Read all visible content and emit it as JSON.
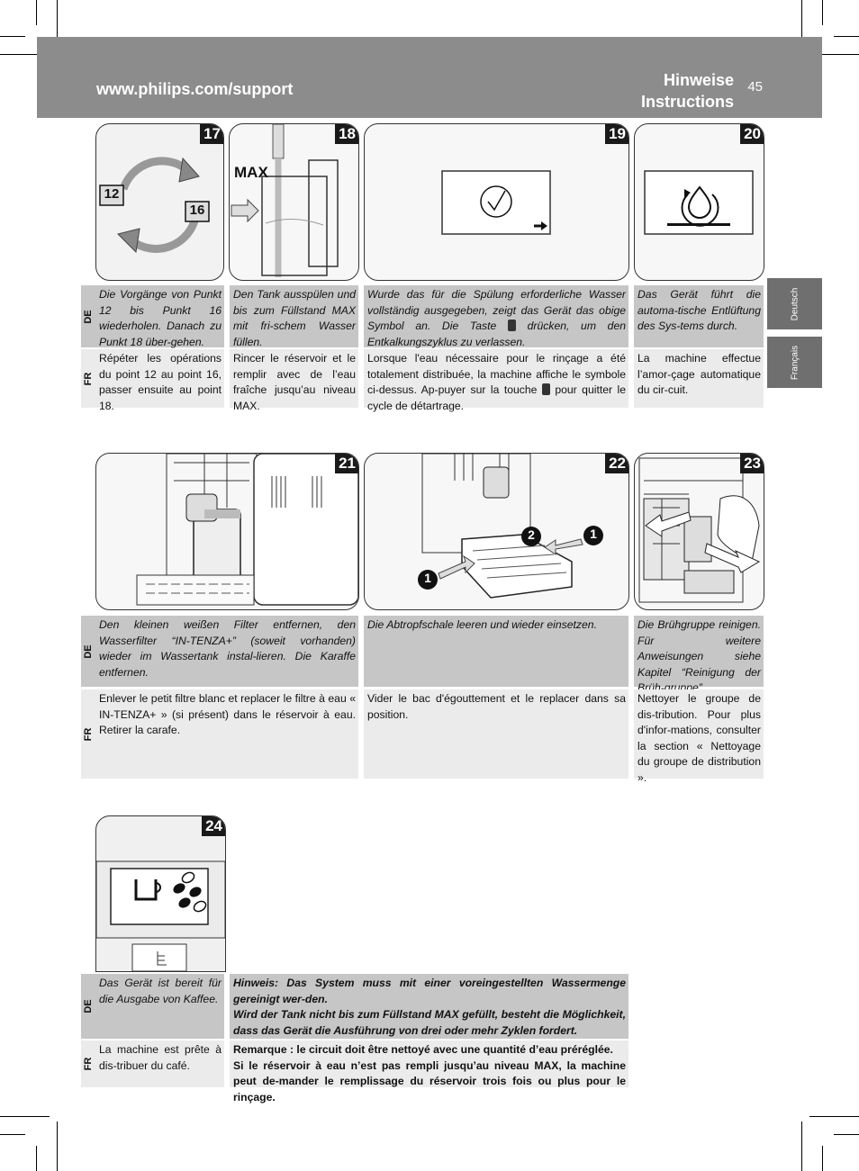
{
  "header": {
    "url": "www.philips.com/support",
    "title_de": "Hinweise",
    "title_en": "Instructions",
    "page_number": "45"
  },
  "side_tabs": [
    "Deutsch",
    "Français"
  ],
  "lang_codes": {
    "de": "DE",
    "fr": "FR"
  },
  "figures": {
    "f17": {
      "number": "17",
      "label_a": "12",
      "label_b": "16"
    },
    "f18": {
      "number": "18",
      "max_label": "MAX"
    },
    "f19": {
      "number": "19"
    },
    "f20": {
      "number": "20"
    },
    "f21": {
      "number": "21"
    },
    "f22": {
      "number": "22",
      "callout_1": "1",
      "callout_2": "2"
    },
    "f23": {
      "number": "23"
    },
    "f24": {
      "number": "24"
    }
  },
  "captions": {
    "c17": {
      "de": "Die Vorgänge von Punkt 12 bis Punkt 16 wiederholen. Danach zu Punkt 18 über-gehen.",
      "fr": "Répéter les opérations du point 12 au point 16, passer ensuite au point 18."
    },
    "c18": {
      "de": "Den Tank ausspülen und bis zum Füllstand MAX mit fri-schem Wasser füllen.",
      "fr": "Rincer le réservoir et le remplir avec de l’eau fraîche jusqu’au niveau MAX."
    },
    "c19": {
      "de_1": "Wurde das für die Spülung erforderliche Wasser vollständig ausgegeben, zeigt das Gerät das obige Symbol an. Die Taste",
      "de_2": "drücken, um den Entkalkungszyklus zu verlassen.",
      "fr_1": "Lorsque l'eau nécessaire pour le rinçage a été totalement distribuée, la machine affiche le symbole ci-dessus. Ap-puyer sur la touche",
      "fr_2": "pour quitter le cycle de détartrage."
    },
    "c20": {
      "de": "Das Gerät führt die automa-tische Entlüftung des Sys-tems durch.",
      "fr": "La machine effectue l’amor-çage automatique du cir-cuit."
    },
    "c21": {
      "de": "Den kleinen weißen Filter entfernen, den Wasserfilter “IN-TENZA+” (soweit vorhanden) wieder im Wassertank instal-lieren. Die Karaffe entfernen.",
      "fr": "Enlever le petit filtre blanc et replacer le filtre à eau « IN-TENZA+ » (si présent) dans le réservoir à eau. Retirer la carafe."
    },
    "c22": {
      "de": "Die Abtropfschale leeren und wieder einsetzen.",
      "fr": "Vider le bac d'égouttement et le replacer dans sa position."
    },
    "c23": {
      "de": "Die Brühgruppe reinigen. Für weitere Anweisungen siehe Kapitel “Reinigung der Brüh-gruppe”.",
      "fr": "Nettoyer le groupe de dis-tribution. Pour plus d'infor-mations, consulter la section « Nettoyage du groupe de distribution »."
    },
    "c24": {
      "de": "Das Gerät ist bereit für die Ausgabe von Kaffee.",
      "fr": "La machine est prête à dis-tribuer du café."
    },
    "note": {
      "de_1": "Hinweis: Das System muss mit einer voreingestellten Wassermenge gereinigt wer-den.",
      "de_2": "Wird der Tank nicht bis zum Füllstand MAX gefüllt, besteht die Möglichkeit, dass das Gerät die Ausführung von drei oder mehr Zyklen fordert.",
      "fr_1": "Remarque : le circuit doit être nettoyé avec une quantité d’eau préréglée.",
      "fr_2": "Si le réservoir à eau n’est pas rempli jusqu’au niveau MAX, la machine peut de-mander le remplissage du réservoir trois fois ou plus pour le rinçage."
    }
  },
  "colors": {
    "header_bg": "#8c8c8c",
    "de_bg": "#c6c6c6",
    "fr_bg": "#ebebeb",
    "badge_bg": "#1a1a1a"
  },
  "icons": [
    "rotation-arrows-icon",
    "check-icon",
    "arrow-right-icon",
    "water-drop-cycle-icon",
    "cup-icon",
    "coffee-beans-icon",
    "menu-button-icon"
  ]
}
